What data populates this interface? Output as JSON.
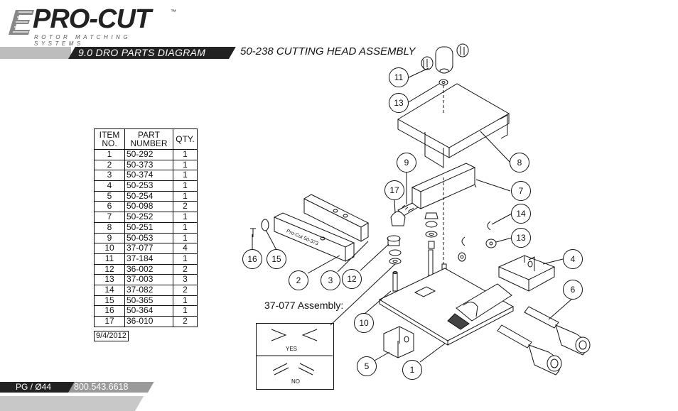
{
  "brand": {
    "name": "PRO-CUT",
    "tagline": "ROTOR MATCHING SYSTEMS",
    "tm": "™"
  },
  "header": {
    "section": "9.0 DRO PARTS DIAGRAM",
    "title": "50-238 CUTTING HEAD ASSEMBLY"
  },
  "table": {
    "headers": {
      "item": "ITEM NO.",
      "part": "PART NUMBER",
      "qty": "QTY."
    },
    "rows": [
      {
        "item": "1",
        "part": "50-292",
        "qty": "1"
      },
      {
        "item": "2",
        "part": "50-373",
        "qty": "1"
      },
      {
        "item": "3",
        "part": "50-374",
        "qty": "1"
      },
      {
        "item": "4",
        "part": "50-253",
        "qty": "1"
      },
      {
        "item": "5",
        "part": "50-254",
        "qty": "1"
      },
      {
        "item": "6",
        "part": "50-098",
        "qty": "2"
      },
      {
        "item": "7",
        "part": "50-252",
        "qty": "1"
      },
      {
        "item": "8",
        "part": "50-251",
        "qty": "1"
      },
      {
        "item": "9",
        "part": "50-053",
        "qty": "1"
      },
      {
        "item": "10",
        "part": "37-077",
        "qty": "4"
      },
      {
        "item": "11",
        "part": "37-184",
        "qty": "1"
      },
      {
        "item": "12",
        "part": "36-002",
        "qty": "2"
      },
      {
        "item": "13",
        "part": "37-003",
        "qty": "3"
      },
      {
        "item": "14",
        "part": "37-082",
        "qty": "2"
      },
      {
        "item": "15",
        "part": "50-365",
        "qty": "1"
      },
      {
        "item": "16",
        "part": "50-364",
        "qty": "1"
      },
      {
        "item": "17",
        "part": "36-010",
        "qty": "2"
      }
    ]
  },
  "date": "9/4/2012",
  "assembly": {
    "title": "37-077 Assembly:",
    "yes": "YES",
    "no": "NO"
  },
  "footer": {
    "page": "PG / Ø44",
    "phone": "800.543.6618"
  },
  "callouts": {
    "c11": "11",
    "c13a": "13",
    "c8": "8",
    "c9": "9",
    "c17": "17",
    "c7": "7",
    "c14": "14",
    "c13b": "13",
    "c4": "4",
    "c6": "6",
    "c16": "16",
    "c15": "15",
    "c2": "2",
    "c3": "3",
    "c12": "12",
    "c10": "10",
    "c5": "5",
    "c1": "1"
  },
  "colors": {
    "dark_band": "#222222",
    "grey_band": "#bdbdbd",
    "phone_band": "#9a9a9a"
  }
}
